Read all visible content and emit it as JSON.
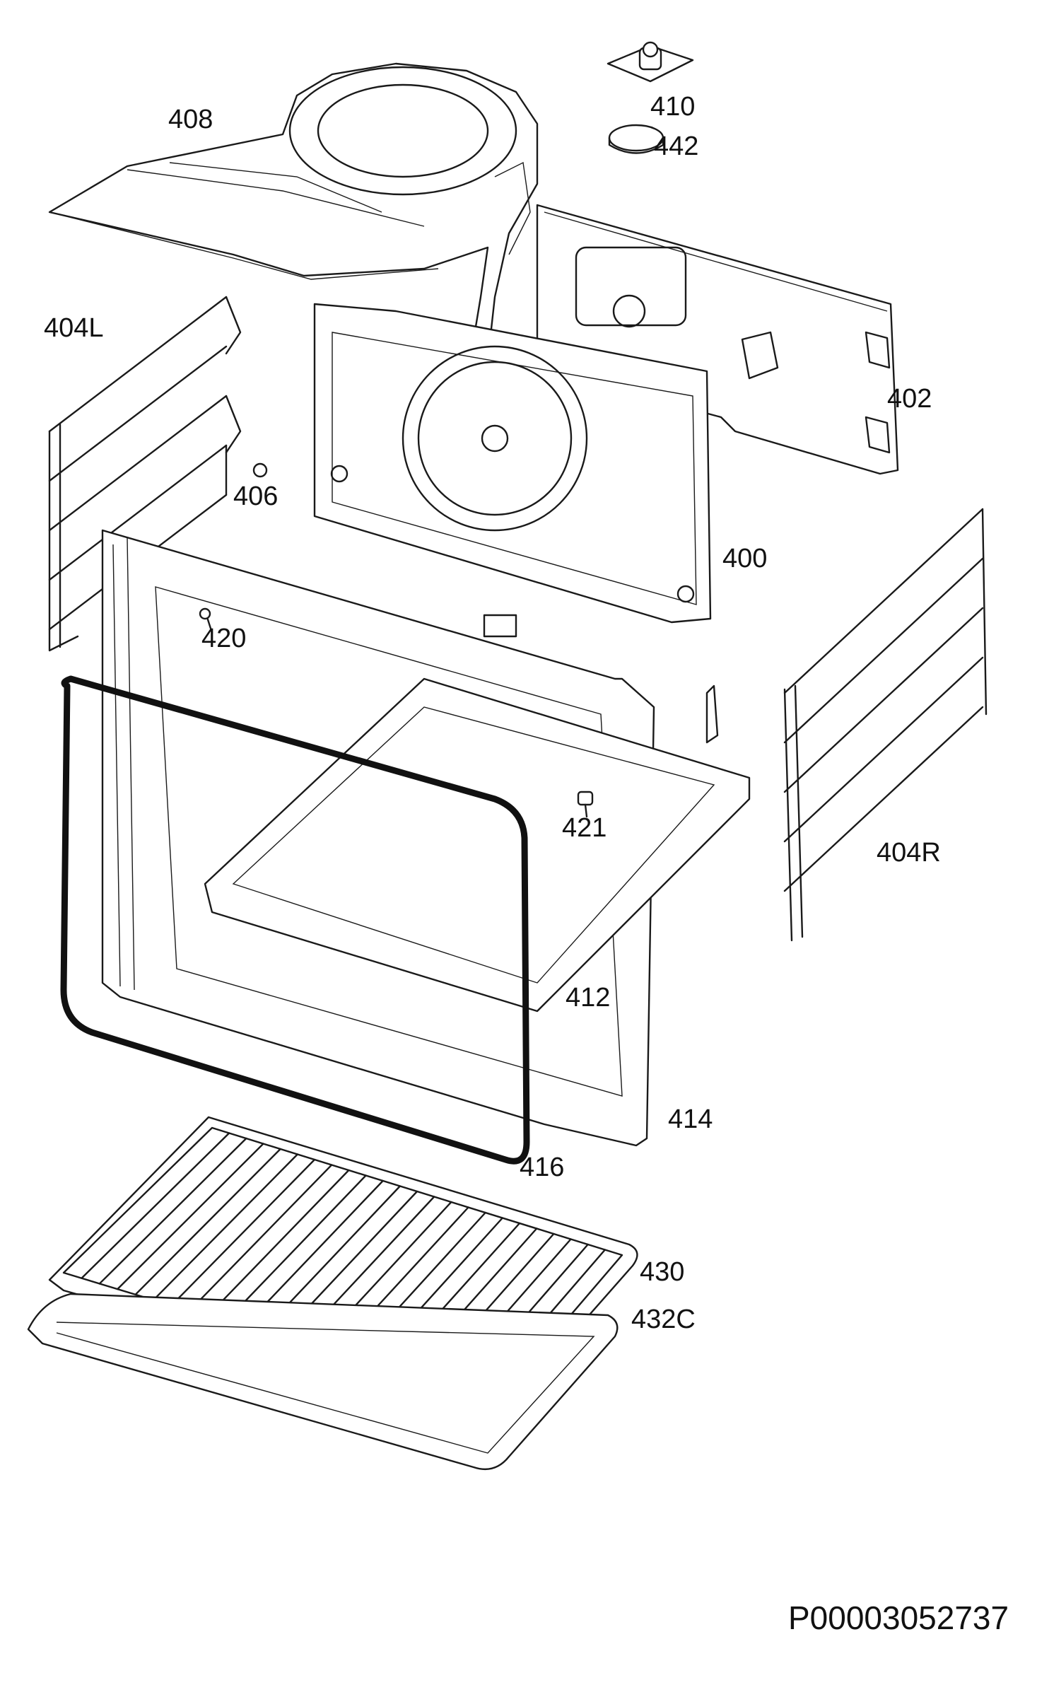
{
  "labels": {
    "p408": "408",
    "p410": "410",
    "p442": "442",
    "p404L": "404L",
    "p402": "402",
    "p406": "406",
    "p400": "400",
    "p420": "420",
    "p421": "421",
    "p404R": "404R",
    "p412": "412",
    "p414": "414",
    "p416": "416",
    "p430": "430",
    "p432C": "432C"
  },
  "document_id": "P00003052737",
  "colors": {
    "line": "#1a1a1a",
    "background": "#ffffff"
  }
}
